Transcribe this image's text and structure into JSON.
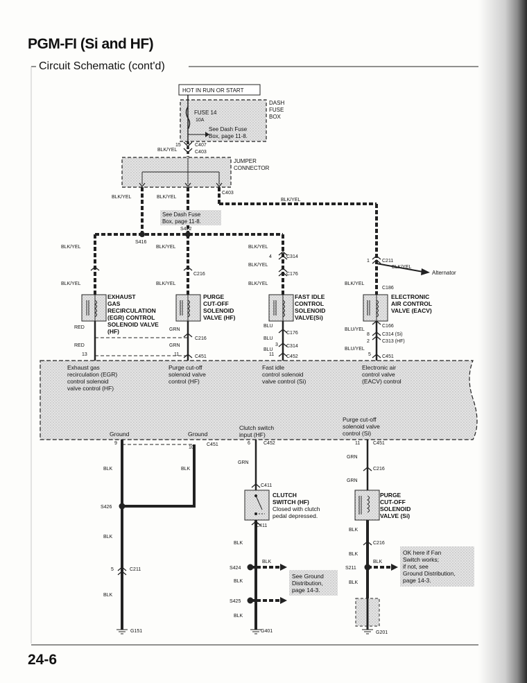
{
  "header": {
    "title": "PGM-FI (Si and HF)",
    "subtitle": "Circuit Schematic (cont'd)"
  },
  "page_number": "24-6",
  "hot_box": "HOT IN RUN OR START",
  "fuse": {
    "name": "FUSE 14",
    "rating": "10A",
    "note1": "See Dash Fuse",
    "note2": "Box, page 11-8."
  },
  "dash_fuse_box": [
    "DASH",
    "FUSE",
    "BOX"
  ],
  "jumper": [
    "JUMPER",
    "CONNECTOR"
  ],
  "see_dash": [
    "See Dash Fuse",
    "Box, page 11-8."
  ],
  "connectors": {
    "c407": "C407",
    "c403": "C403",
    "c403b": "C403",
    "s422": "S422",
    "s416": "S416",
    "c216a": "C216",
    "c216b": "C216",
    "c451a": "C451",
    "c451b": "C451",
    "c451c": "C451",
    "c451d": "C451",
    "c314a": "C314",
    "c176a": "C176",
    "c176b": "C176",
    "c314b": "C314",
    "c452a": "C452",
    "c452b": "C452",
    "c211a": "C211",
    "c186": "C186",
    "c166": "C166",
    "c314si": "C314 (Si)",
    "c313hf": "C313 (HF)",
    "c216c": "C216",
    "c216d": "C216",
    "s426": "S426",
    "c211b": "C211",
    "g151": "G151",
    "c411a": "C411",
    "c411b": "C411",
    "s424": "S424",
    "s425": "S425",
    "g401": "G401",
    "s211": "S211",
    "g201": "G201"
  },
  "pins": {
    "p15": "15",
    "p4": "4",
    "p1": "1",
    "p8": "8",
    "p2": "2",
    "p3": "3",
    "p5": "5",
    "p13": "13",
    "p11a": "11",
    "p11b": "11",
    "p5b": "5",
    "p9": "9",
    "p10": "10",
    "p6": "6",
    "p11c": "11",
    "p5c": "5"
  },
  "wires": {
    "blkyel": "BLK/YEL",
    "blk": "BLK",
    "red": "RED",
    "grn": "GRN",
    "blu": "BLU",
    "bluyel": "BLU/YEL"
  },
  "alternator": "Alternator",
  "components": {
    "egr": [
      "EXHAUST",
      "GAS",
      "RECIRCULATION",
      "(EGR) CONTROL",
      "SOLENOID VALVE",
      "(HF)"
    ],
    "purge": [
      "PURGE",
      "CUT-OFF",
      "SOLENOID",
      "VALVE (HF)"
    ],
    "fastidle": [
      "FAST IDLE",
      "CONTROL",
      "SOLENOID",
      "VALVE(Si)"
    ],
    "eacv": [
      "ELECTRONIC",
      "AIR CONTROL",
      "VALVE (EACV)"
    ],
    "clutch": [
      "CLUTCH",
      "SWITCH (HF)",
      "Closed with clutch",
      "pedal depressed."
    ],
    "purge_si": [
      "PURGE",
      "CUT-OFF",
      "SOLENOID",
      "VALVE (Si)"
    ]
  },
  "ecu": {
    "egr_ctrl": [
      "Exhaust gas",
      "recirculation (EGR)",
      "control solenoid",
      "valve control (HF)"
    ],
    "purge_ctrl": [
      "Purge cut-off",
      "solenoid valve",
      "control (HF)"
    ],
    "fastidle_ctrl": [
      "Fast idle",
      "control solenoid",
      "valve control (Si)"
    ],
    "eacv_ctrl": [
      "Electronic air",
      "control valve",
      "(EACV) control"
    ],
    "ground1": "Ground",
    "ground2": "Ground",
    "clutch_input": [
      "Clutch switch",
      "input (HF)"
    ],
    "purge_si_ctrl": [
      "Purge cut-off",
      "solenoid valve",
      "control (Si)"
    ]
  },
  "see_ground": [
    "See Ground",
    "Distribution,",
    "page 14-3."
  ],
  "ok_note": [
    "OK here if Fan",
    "Switch works;",
    "if not, see",
    "Ground Distribution,",
    "page 14-3."
  ]
}
